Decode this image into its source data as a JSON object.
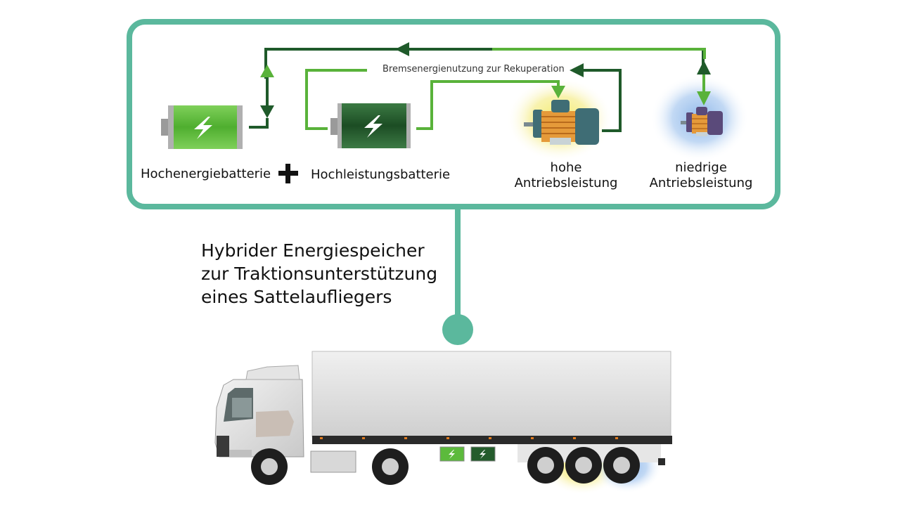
{
  "diagram": {
    "recuperation_label": "Bremsenergienutzung zur Rekuperation",
    "high_energy_battery_label": "Hochenergiebatterie",
    "plus_sign": "+",
    "high_power_battery_label": "Hochleistungsbatterie",
    "high_drive_label_line1": "hohe",
    "high_drive_label_line2": "Antriebsleistung",
    "low_drive_label_line1": "niedrige",
    "low_drive_label_line2": "Antriebsleistung"
  },
  "caption": {
    "line1": "Hybrider Energiespeicher",
    "line2": "zur Traktionsunterstützung",
    "line3": "eines Sattelaufliegers"
  },
  "colors": {
    "frame_teal": "#5bb89d",
    "arrow_dark_green": "#1f5a2a",
    "arrow_light_green": "#59b23a",
    "high_energy_battery": "#5cba3c",
    "high_power_battery": "#245c2c",
    "glow_yellow": "#f6ef8a",
    "glow_blue": "#a9c9ee"
  },
  "icons": [
    "battery-icon",
    "lightning-icon",
    "electric-motor-icon",
    "truck-illustration"
  ]
}
